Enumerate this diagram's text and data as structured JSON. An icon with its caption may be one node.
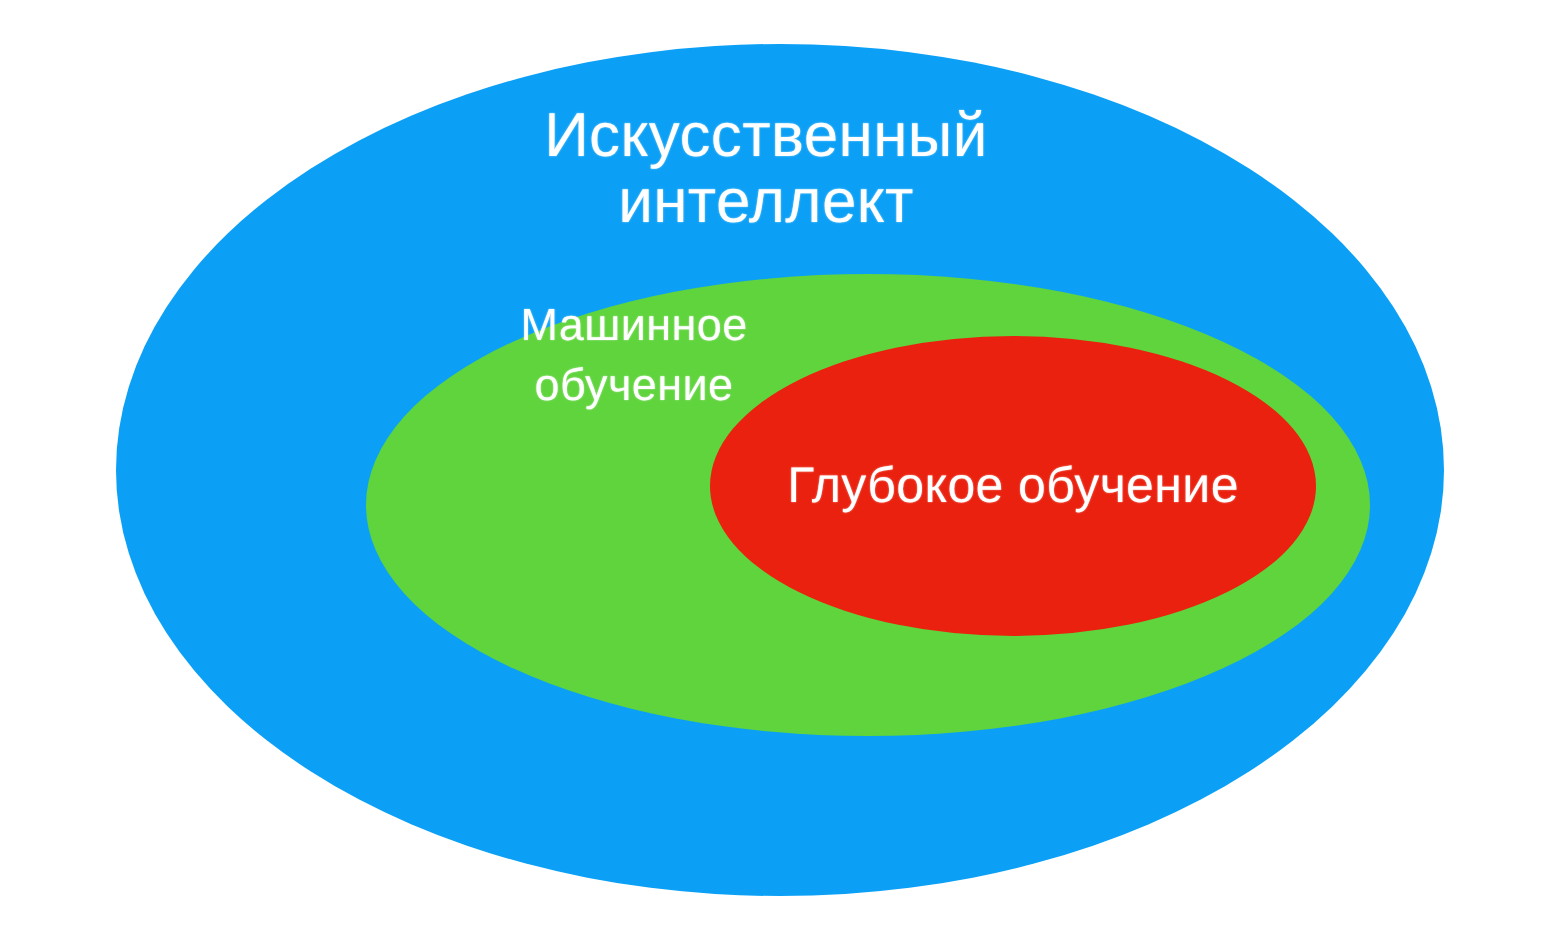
{
  "diagram": {
    "nodes": [
      {
        "text": [
          "Искусственный интеллект"
        ]
      },
      {
        "text": [
          "Машинное обучение"
        ],
        "in": 0
      },
      {
        "text": [
          "Глубокое обучение"
        ],
        "in": 1
      }
    ]
  }
}
